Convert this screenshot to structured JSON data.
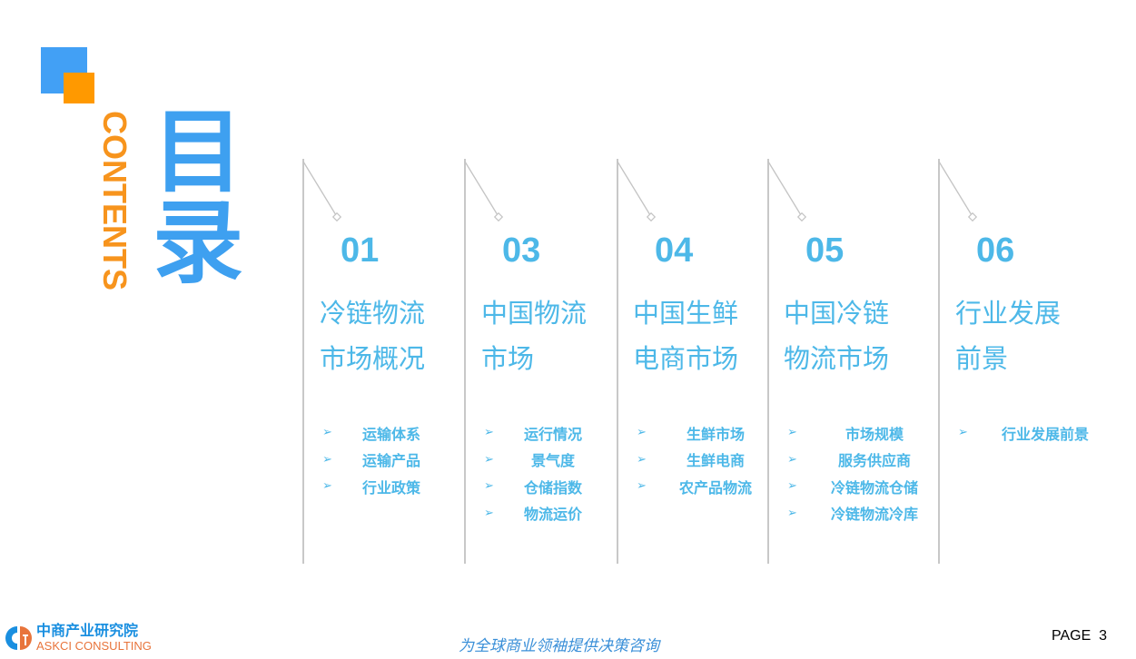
{
  "header": {
    "title": "目录",
    "subtitle": "CONTENTS"
  },
  "colors": {
    "blue": "#4db8e8",
    "title_blue": "#3ea0f0",
    "orange": "#f7941d"
  },
  "sections": [
    {
      "number": "01",
      "title": "冷链物流\n市场概况",
      "items": [
        "运输体系",
        "运输产品",
        "行业政策"
      ]
    },
    {
      "number": "03",
      "title": "中国物流\n市场",
      "items": [
        "运行情况",
        "景气度",
        "仓储指数",
        "物流运价"
      ]
    },
    {
      "number": "04",
      "title": "中国生鲜\n电商市场",
      "items": [
        "生鲜市场",
        "生鲜电商",
        "农产品物流"
      ]
    },
    {
      "number": "05",
      "title": "中国冷链\n物流市场",
      "items": [
        "市场规模",
        "服务供应商",
        "冷链物流仓储",
        "冷链物流冷库"
      ]
    },
    {
      "number": "06",
      "title": "行业发展\n前景",
      "items": [
        "行业发展前景"
      ]
    }
  ],
  "footer": {
    "logo_cn": "中商产业研究院",
    "logo_en": "ASKCI CONSULTING",
    "slogan": "为全球商业领袖提供决策咨询",
    "page": "PAGE  3"
  }
}
